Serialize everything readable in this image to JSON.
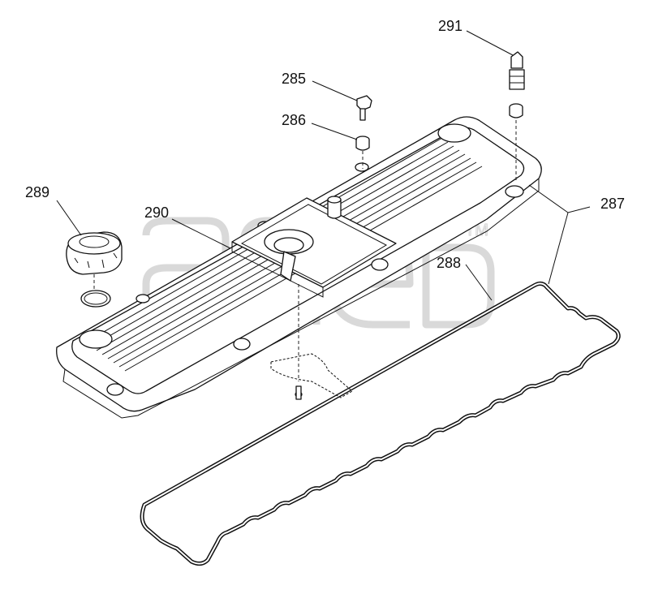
{
  "callouts": {
    "c285": "285",
    "c286": "286",
    "c287": "287",
    "c288": "288",
    "c289": "289",
    "c290": "290",
    "c291": "291"
  },
  "watermark": {
    "trademark": "TM"
  },
  "colors": {
    "ink": "#111111",
    "watermark": "#d9d9d9",
    "background": "#ffffff"
  }
}
